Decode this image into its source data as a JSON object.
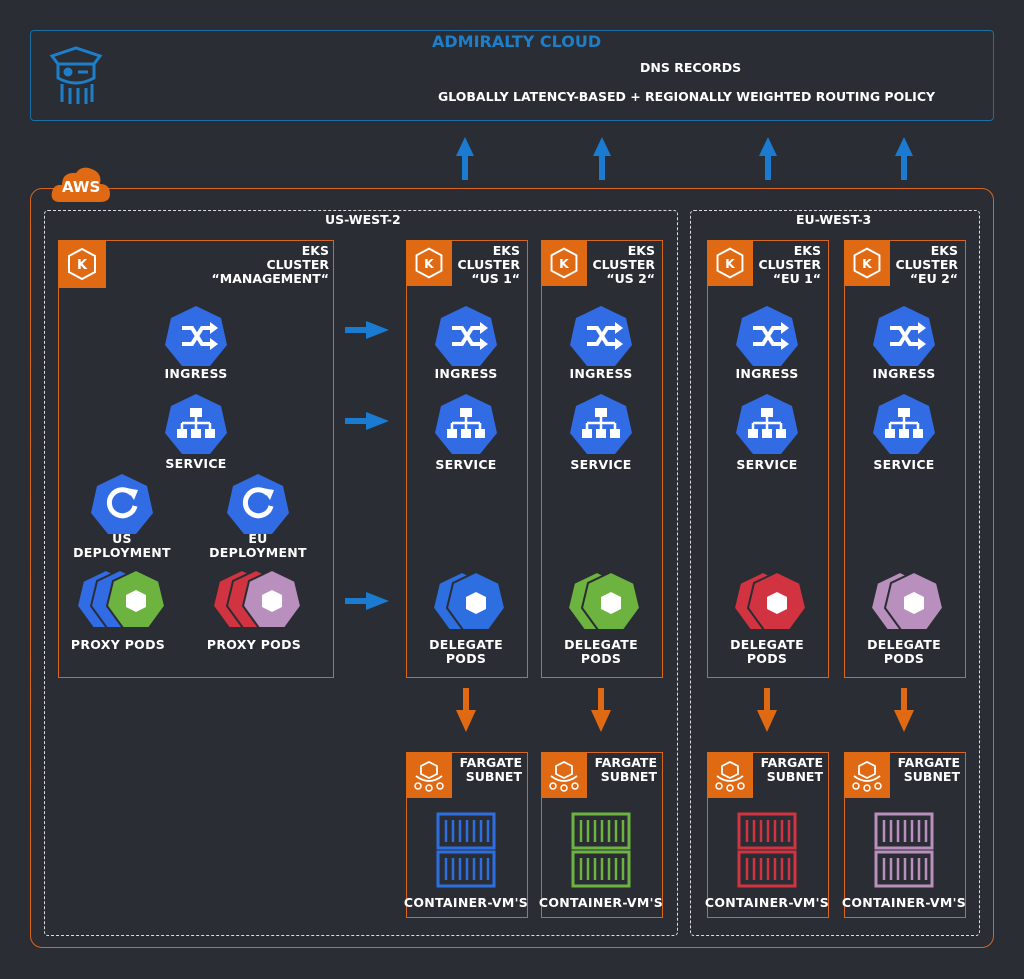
{
  "admiralty": {
    "title": "ADMIRALTY CLOUD",
    "line1": "DNS RECORDS",
    "line2": "GLOBALLY LATENCY-BASED + REGIONALLY WEIGHTED ROUTING POLICY"
  },
  "aws": {
    "label": "AWS"
  },
  "regions": {
    "us": "US-WEST-2",
    "eu": "EU-WEST-3"
  },
  "mgmt": {
    "title": [
      "EKS",
      "CLUSTER",
      "“MANAGEMENT“"
    ],
    "ingress": "INGRESS",
    "service": "SERVICE",
    "us_deploy": [
      "US",
      "DEPLOYMENT"
    ],
    "eu_deploy": [
      "EU",
      "DEPLOYMENT"
    ],
    "us_pods": "PROXY PODS",
    "eu_pods": "PROXY PODS"
  },
  "clusters": [
    {
      "title": [
        "EKS",
        "CLUSTER",
        "“US 1“"
      ],
      "ingress": "INGRESS",
      "service": "SERVICE",
      "pods": [
        "DELEGATE",
        "PODS"
      ],
      "fargate": [
        "FARGATE",
        "SUBNET"
      ],
      "vm": "CONTAINER-VM'S",
      "color": "#2d6ee0"
    },
    {
      "title": [
        "EKS",
        "CLUSTER",
        "“US 2“"
      ],
      "ingress": "INGRESS",
      "service": "SERVICE",
      "pods": [
        "DELEGATE",
        "PODS"
      ],
      "fargate": [
        "FARGATE",
        "SUBNET"
      ],
      "vm": "CONTAINER-VM'S",
      "color": "#6db33f"
    },
    {
      "title": [
        "EKS",
        "CLUSTER",
        "“EU 1“"
      ],
      "ingress": "INGRESS",
      "service": "SERVICE",
      "pods": [
        "DELEGATE",
        "PODS"
      ],
      "fargate": [
        "FARGATE",
        "SUBNET"
      ],
      "vm": "CONTAINER-VM'S",
      "color": "#d13440"
    },
    {
      "title": [
        "EKS",
        "CLUSTER",
        "“EU 2“"
      ],
      "ingress": "INGRESS",
      "service": "SERVICE",
      "pods": [
        "DELEGATE",
        "PODS"
      ],
      "fargate": [
        "FARGATE",
        "SUBNET"
      ],
      "vm": "CONTAINER-VM'S",
      "color": "#b98fbd"
    }
  ],
  "colors": {
    "k8s_blue": "#326ce5",
    "aws_orange": "#e06a14",
    "arrow_blue": "#1a7bd0",
    "arrow_orange": "#e06a14"
  }
}
